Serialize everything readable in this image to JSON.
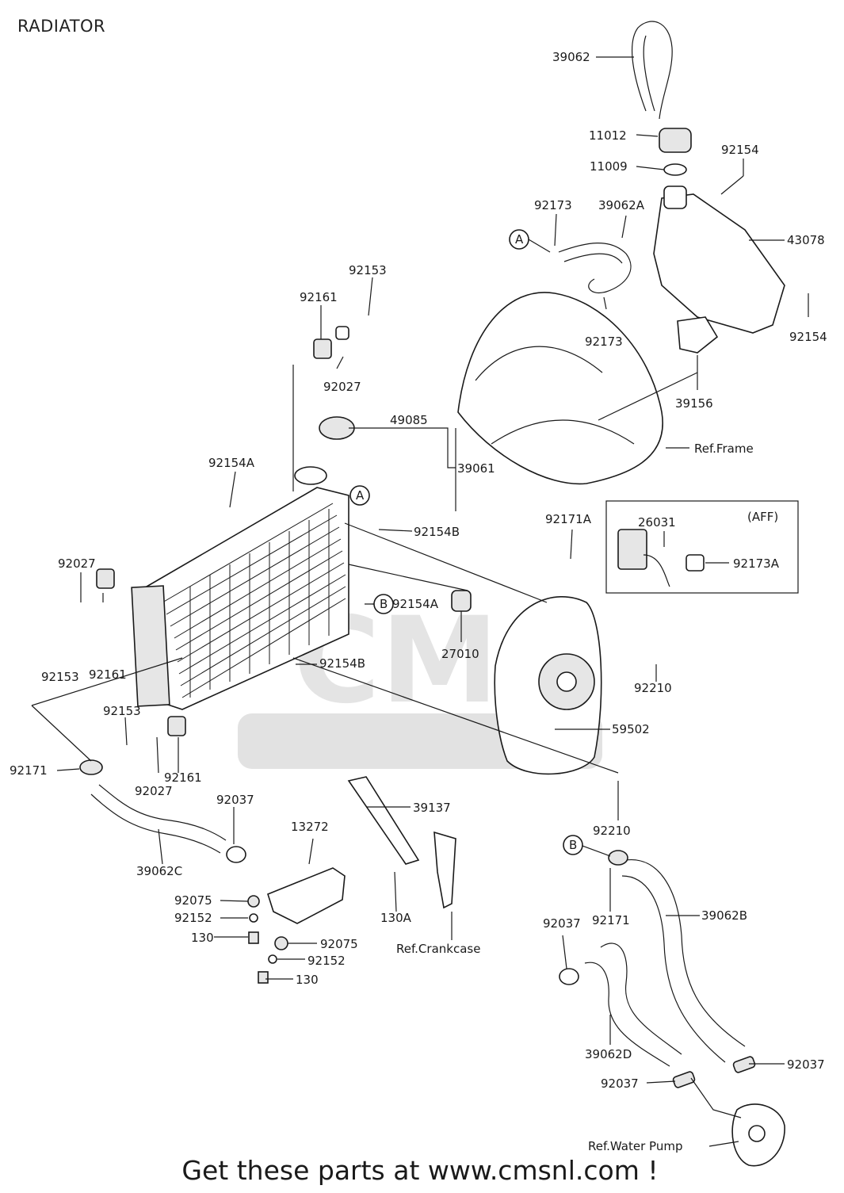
{
  "title": "RADIATOR",
  "banner": {
    "text": "Get these parts at www.cmsnl.com !",
    "color": "#e00000"
  },
  "colors": {
    "line": "#1a1a1a",
    "watermark": "#cfcfcf"
  },
  "watermark": {
    "text": "CMS"
  },
  "parts": [
    "39062",
    "11012",
    "11009",
    "92154",
    "92173",
    "39062A",
    "43078",
    "92153",
    "92161",
    "92154",
    "92173",
    "39156",
    "92027",
    "49085",
    "39061",
    "Ref.Frame",
    "92154A",
    "92154B",
    "92171A",
    "26031",
    "(AFF)",
    "92173A",
    "92027",
    "92161",
    "92154A",
    "92153",
    "27010",
    "92210",
    "92154B",
    "92153",
    "59502",
    "92171",
    "92027",
    "92161",
    "92037",
    "39137",
    "92210",
    "13272",
    "39062C",
    "B",
    "92075",
    "130A",
    "92171",
    "39062B",
    "92152",
    "130",
    "Ref.Crankcase",
    "92075",
    "92037",
    "92152",
    "130",
    "39062D",
    "92037",
    "92037",
    "Ref.Water Pump",
    "A",
    "A",
    "B"
  ]
}
